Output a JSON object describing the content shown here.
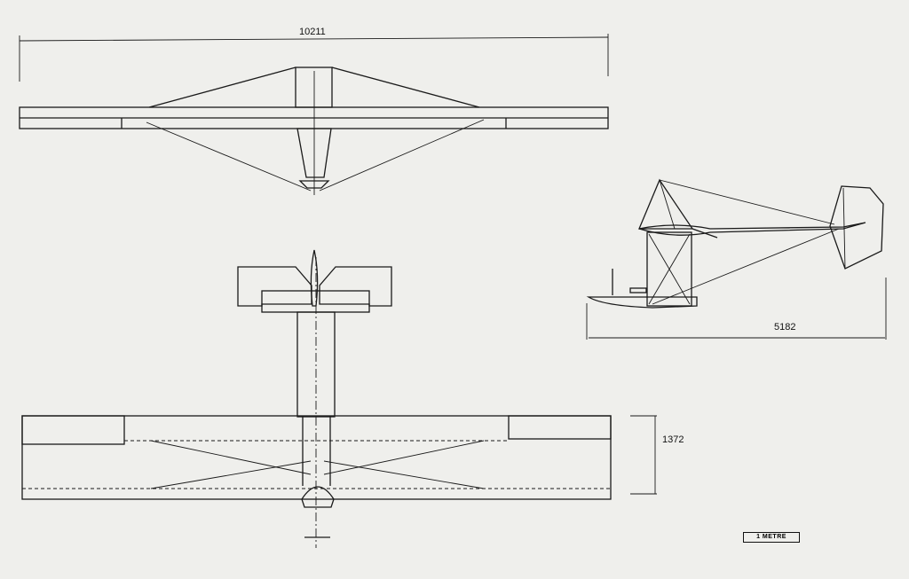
{
  "dimensions": {
    "span": "10211",
    "length": "5182",
    "chord": "1372"
  },
  "scale_bar": "1 METRE"
}
